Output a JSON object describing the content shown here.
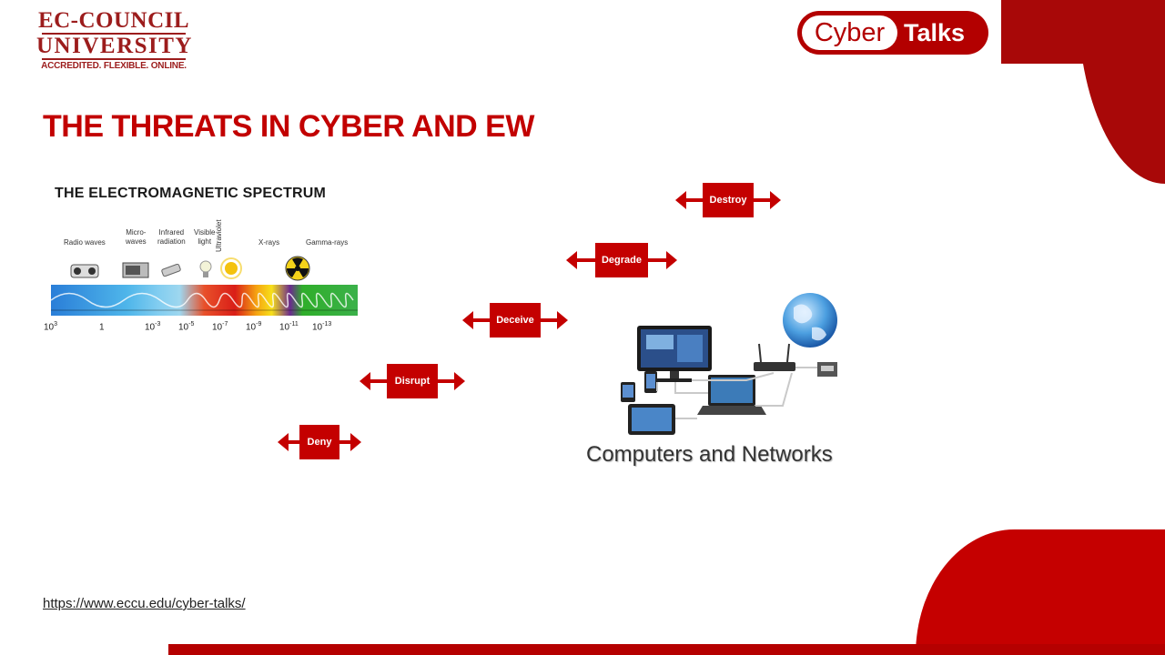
{
  "logo": {
    "line1": "EC-COUNCIL",
    "line2": "UNIVERSITY",
    "tagline": "ACCREDITED. FLEXIBLE. ONLINE."
  },
  "badge": {
    "cyber": "Cyber",
    "talks": "Talks"
  },
  "title": "THE THREATS IN CYBER AND EW",
  "spectrum": {
    "title": "THE ELECTROMAGNETIC SPECTRUM",
    "bands": [
      "Radio waves",
      "Micro-\nwaves",
      "Infrared\nradiation",
      "Visible\nlight",
      "Ultraviolet",
      "X-rays",
      "Gamma-rays"
    ],
    "scale_base": "10",
    "scale": [
      {
        "base": "10",
        "exp": "3"
      },
      {
        "base": "1",
        "exp": ""
      },
      {
        "base": "10",
        "exp": "-3"
      },
      {
        "base": "10",
        "exp": "-5"
      },
      {
        "base": "10",
        "exp": "-7"
      },
      {
        "base": "10",
        "exp": "-9"
      },
      {
        "base": "10",
        "exp": "-11"
      },
      {
        "base": "10",
        "exp": "-13"
      }
    ]
  },
  "threats": [
    "Destroy",
    "Degrade",
    "Deceive",
    "Disrupt",
    "Deny"
  ],
  "network_caption": "Computers and Networks",
  "url": "https://www.eccu.edu/cyber-talks/",
  "colors": {
    "brand_red": "#c40000",
    "logo_red": "#9c1c1c"
  }
}
